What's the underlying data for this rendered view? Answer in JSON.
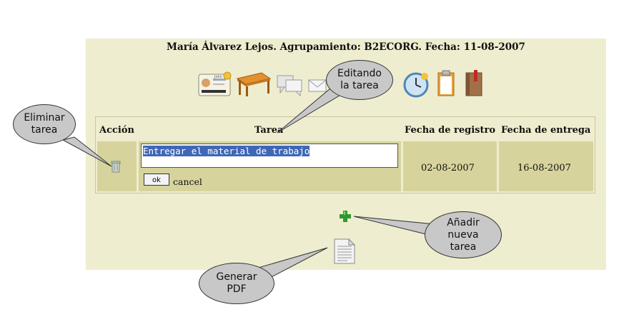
{
  "header": {
    "title": "María Álvarez Lejos. Agrupamiento: B2ECORG. Fecha: 11-08-2007"
  },
  "toolbar": {
    "icons": [
      "id-card-icon",
      "table-icon",
      "chat-icon",
      "mail-icon",
      "clock-icon",
      "clipboard-icon",
      "book-icon"
    ],
    "id_card_text": "John"
  },
  "table": {
    "headers": {
      "action": "Acción",
      "task": "Tarea",
      "registered": "Fecha de registro",
      "due": "Fecha de entrega"
    },
    "row": {
      "task_value": "Entregar el material de trabajo",
      "ok_label": "ok",
      "cancel_label": "cancel",
      "registered": "02-08-2007",
      "due": "16-08-2007"
    }
  },
  "callouts": {
    "delete": "Eliminar\ntarea",
    "editing": "Editando\nla tarea",
    "add": "Añadir\nnueva\ntarea",
    "pdf": "Generar\nPDF"
  },
  "colors": {
    "panel": "#efedcf",
    "row_cell": "#d6d49c",
    "selection": "#3f67b5",
    "bubble": "#c8c8c8",
    "add_icon": "#2e9a2e"
  }
}
